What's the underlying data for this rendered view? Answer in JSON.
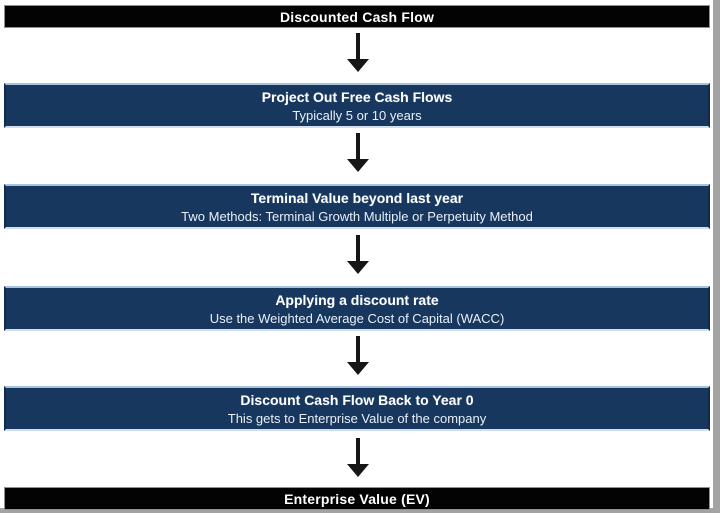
{
  "flow": {
    "start": {
      "label": "Discounted Cash Flow"
    },
    "end": {
      "label": "Enterprise Value (EV)"
    }
  },
  "steps": [
    {
      "title": "Project Out Free Cash Flows",
      "subtitle": "Typically 5 or 10 years"
    },
    {
      "title": "Terminal Value beyond last year",
      "subtitle": "Two Methods: Terminal Growth Multiple or Perpetuity Method"
    },
    {
      "title": "Applying a discount rate",
      "subtitle": "Use the Weighted Average Cost of Capital (WACC)"
    },
    {
      "title": "Discount Cash Flow Back to Year 0",
      "subtitle": "This gets to Enterprise Value of the company"
    }
  ],
  "icons": {
    "arrow": "arrow-down-icon"
  },
  "colors": {
    "start_end_bar_bg": "#000000",
    "step_bar_bg": "#17375E",
    "step_edge_light": "#CFE0F0",
    "text": "#FFFFFF",
    "arrow": "#161616",
    "image_edge_gray": "#A3A3A3",
    "background": "#FFFFFF"
  }
}
